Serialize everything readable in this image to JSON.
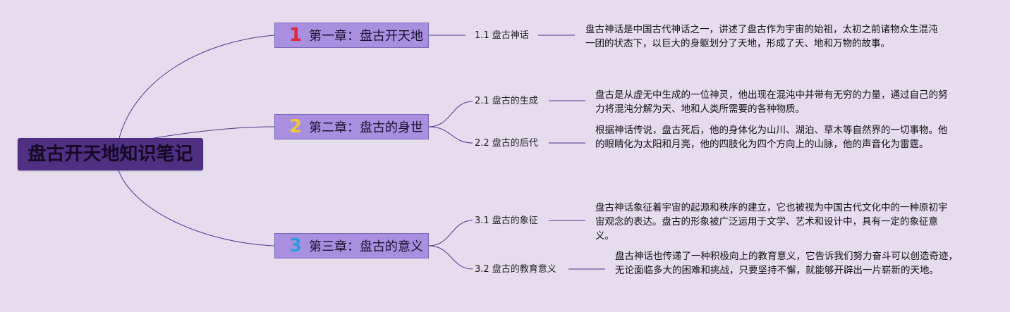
{
  "root": {
    "title": "盘古开天地知识笔记"
  },
  "chapters": [
    {
      "num": "1",
      "num_color": "#e0263a",
      "label": "第一章：盘古开天地"
    },
    {
      "num": "2",
      "num_color": "#f2c53a",
      "label": "第二章：盘古的身世"
    },
    {
      "num": "3",
      "num_color": "#2f9ddd",
      "label": "第三章：盘古的意义"
    }
  ],
  "sections": [
    {
      "label": "1.1 盘古神话",
      "desc": "盘古神话是中国古代神话之一，讲述了盘古作为宇宙的始祖，太初之前诸物众生混沌一团的状态下，以巨大的身躯划分了天地，形成了天、地和万物的故事。"
    },
    {
      "label": "2.1 盘古的生成",
      "desc": "盘古是从虚无中生成的一位神灵，他出现在混沌中并带有无穷的力量，通过自己的努力将混沌分解为天、地和人类所需要的各种物质。"
    },
    {
      "label": "2.2 盘古的后代",
      "desc": "根据神话传说，盘古死后，他的身体化为山川、湖泊、草木等自然界的一切事物。他的眼睛化为太阳和月亮，他的四肢化为四个方向上的山脉，他的声音化为雷霆。"
    },
    {
      "label": "3.1 盘古的象征",
      "desc": "盘古神话象征着宇宙的起源和秩序的建立，它也被视为中国古代文化中的一种原初宇宙观念的表达。盘古的形象被广泛运用于文学、艺术和设计中，具有一定的象征意义。"
    },
    {
      "label": "3.2 盘古的教育意义",
      "desc": "盘古神话也传递了一种积极向上的教育意义，它告诉我们努力奋斗可以创造奇迹，无论面临多大的困难和挑战，只要坚持不懈，就能够开辟出一片崭新的天地。"
    }
  ],
  "colors": {
    "background": "#e5dcee",
    "root_fill": "#4f2f82",
    "chapter_fill": "#a88fe0",
    "line": "#4a3a88"
  }
}
